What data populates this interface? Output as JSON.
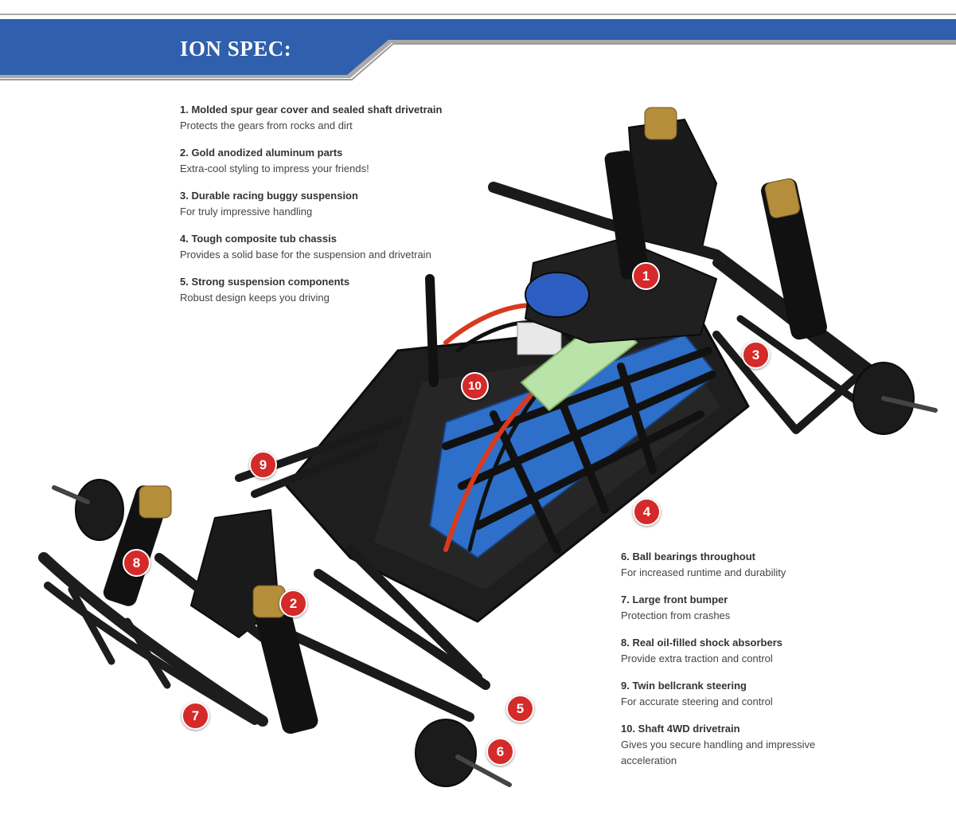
{
  "banner": {
    "title": "ION SPEC:"
  },
  "specs": [
    {
      "title": "1. Molded spur gear cover and sealed shaft drivetrain",
      "desc": "Protects the gears from rocks and dirt"
    },
    {
      "title": "2. Gold anodized aluminum parts",
      "desc": "Extra-cool styling to impress your friends!"
    },
    {
      "title": "3. Durable racing buggy suspension",
      "desc": "For truly impressive handling"
    },
    {
      "title": "4. Tough composite tub chassis",
      "desc": "Provides a solid base for the suspension and drivetrain"
    },
    {
      "title": "5. Strong suspension components",
      "desc": "Robust design keeps you driving"
    },
    {
      "title": "6. Ball bearings throughout",
      "desc": "For increased runtime and durability"
    },
    {
      "title": "7. Large front bumper",
      "desc": "Protection from crashes"
    },
    {
      "title": "8. Real oil-filled shock absorbers",
      "desc": "Provide extra traction and control"
    },
    {
      "title": "9. Twin bellcrank steering",
      "desc": "For accurate steering and control"
    },
    {
      "title": "10. Shaft 4WD drivetrain",
      "desc": "Gives you secure handling and impressive acceleration"
    }
  ],
  "callouts": [
    "1",
    "2",
    "3",
    "4",
    "5",
    "6",
    "7",
    "8",
    "9",
    "10"
  ],
  "colors": {
    "banner_blue": "#2f5fad",
    "callout_red": "#d42a2a"
  }
}
